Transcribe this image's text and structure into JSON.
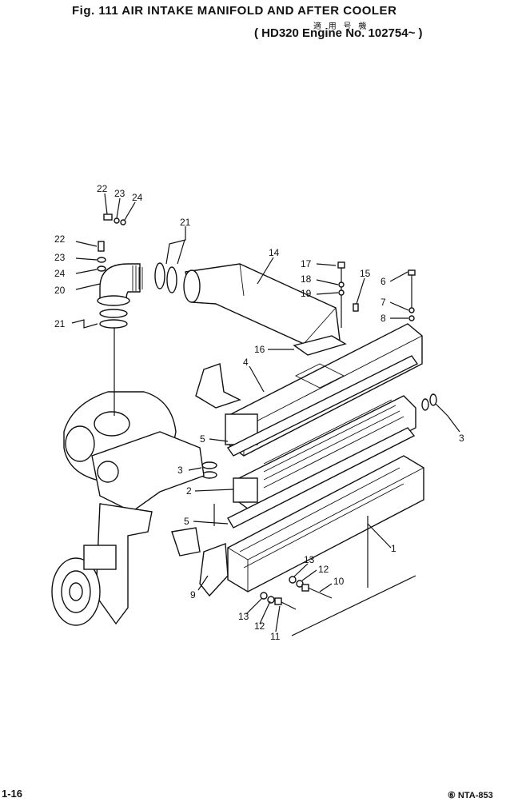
{
  "header": {
    "figure_title": "Fig. 111   AIR INTAKE MANIFOLD AND AFTER COOLER",
    "applicability_kana": "適 用 号 機",
    "applicability": "( HD320 Engine No. 102754~ )"
  },
  "footer": {
    "page_number": "1-16",
    "reference_code": "⑥ NTA-853"
  },
  "callouts": {
    "c22a": "22",
    "c23a": "23",
    "c24a": "24",
    "c21a": "21",
    "c22b": "22",
    "c23b": "23",
    "c24b": "24",
    "c20": "20",
    "c21b": "21",
    "c14": "14",
    "c17": "17",
    "c18": "18",
    "c19": "19",
    "c15": "15",
    "c6": "6",
    "c7": "7",
    "c8": "8",
    "c16": "16",
    "c4": "4",
    "c5a": "5",
    "c3a": "3",
    "c3b": "3",
    "c2": "2",
    "c5b": "5",
    "c1": "1",
    "c9": "9",
    "c13a": "13",
    "c12a": "12",
    "c10": "10",
    "c13b": "13",
    "c12b": "12",
    "c11": "11"
  }
}
